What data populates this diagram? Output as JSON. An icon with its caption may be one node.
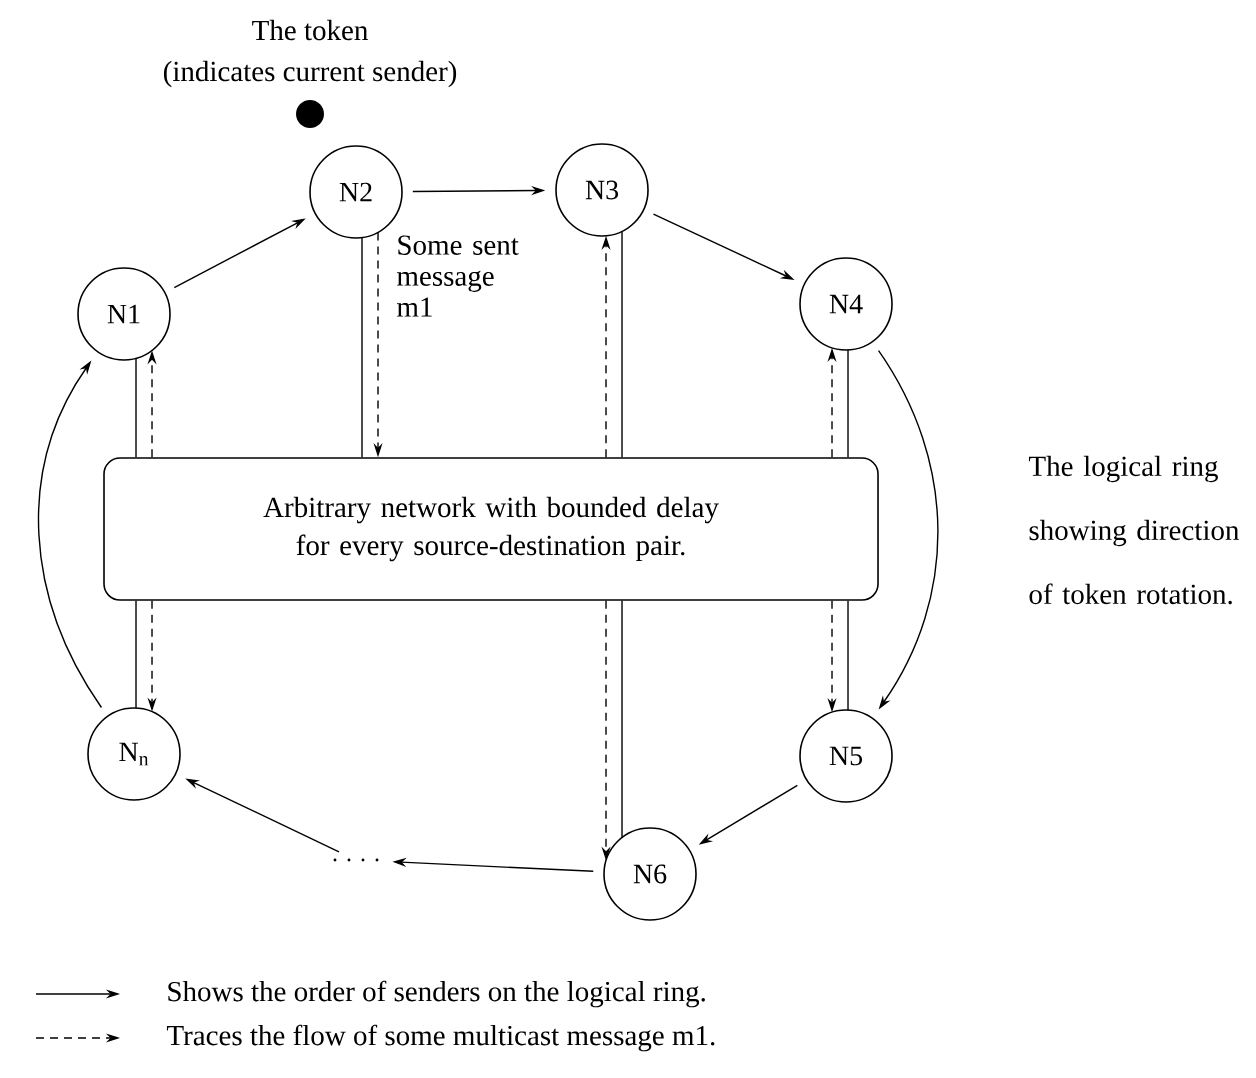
{
  "diagram": {
    "nodes": [
      {
        "text": [
          "N1"
        ]
      },
      {
        "text": [
          "N2"
        ]
      },
      {
        "text": [
          "N3"
        ]
      },
      {
        "text": [
          "N4"
        ]
      },
      {
        "text": [
          "N5"
        ]
      },
      {
        "text": [
          "N6"
        ]
      },
      {
        "text": [
          "N$_{n}$"
        ]
      },
      {
        "text": [
          "Arbitrary network with bounded delay for every source-destination pair."
        ]
      },
      {
        "text": [
          ". . . ."
        ]
      },
      {
        "text": [],
        "shape": "circle",
        "beside": [
          "The token",
          "(indicates current sender)"
        ]
      }
    ],
    "edges": [
      {
        "from": 0,
        "to": 1,
        "arrow": "to"
      },
      {
        "from": 1,
        "to": 2,
        "arrow": "to"
      },
      {
        "from": 2,
        "to": 3,
        "arrow": "to"
      },
      {
        "from": 3,
        "to": 4,
        "arrow": "to",
        "label": "The logical ring showing direction of token rotation."
      },
      {
        "from": 4,
        "to": 5,
        "arrow": "to"
      },
      {
        "from": 5,
        "to": 8,
        "arrow": "to"
      },
      {
        "from": 8,
        "to": 6,
        "arrow": "to"
      },
      {
        "from": 6,
        "to": 0,
        "arrow": "to"
      },
      {
        "from": 0,
        "to": 7,
        "arrow": "none"
      },
      {
        "from": 1,
        "to": 7,
        "arrow": "none"
      },
      {
        "from": 2,
        "to": 7,
        "arrow": "none"
      },
      {
        "from": 3,
        "to": 7,
        "arrow": "none"
      },
      {
        "from": 7,
        "to": 4,
        "arrow": "none"
      },
      {
        "from": 7,
        "to": 5,
        "arrow": "none"
      },
      {
        "from": 7,
        "to": 6,
        "arrow": "none"
      },
      {
        "from": 1,
        "to": 7,
        "arrow": "to",
        "style": "dashed",
        "label": "Some sent message m1"
      },
      {
        "from": 7,
        "to": 0,
        "arrow": "to",
        "style": "dashed"
      },
      {
        "from": 7,
        "to": 2,
        "arrow": "to",
        "style": "dashed"
      },
      {
        "from": 7,
        "to": 3,
        "arrow": "to",
        "style": "dashed"
      },
      {
        "from": 7,
        "to": 4,
        "arrow": "to",
        "style": "dashed"
      },
      {
        "from": 7,
        "to": 5,
        "arrow": "to",
        "style": "dashed"
      },
      {
        "from": 7,
        "to": 6,
        "arrow": "to",
        "style": "dashed"
      }
    ],
    "legend": [
      {
        "text": "Shows the order of senders on the logical ring."
      },
      {
        "text": "Traces the flow of some multicast message m1."
      }
    ]
  }
}
